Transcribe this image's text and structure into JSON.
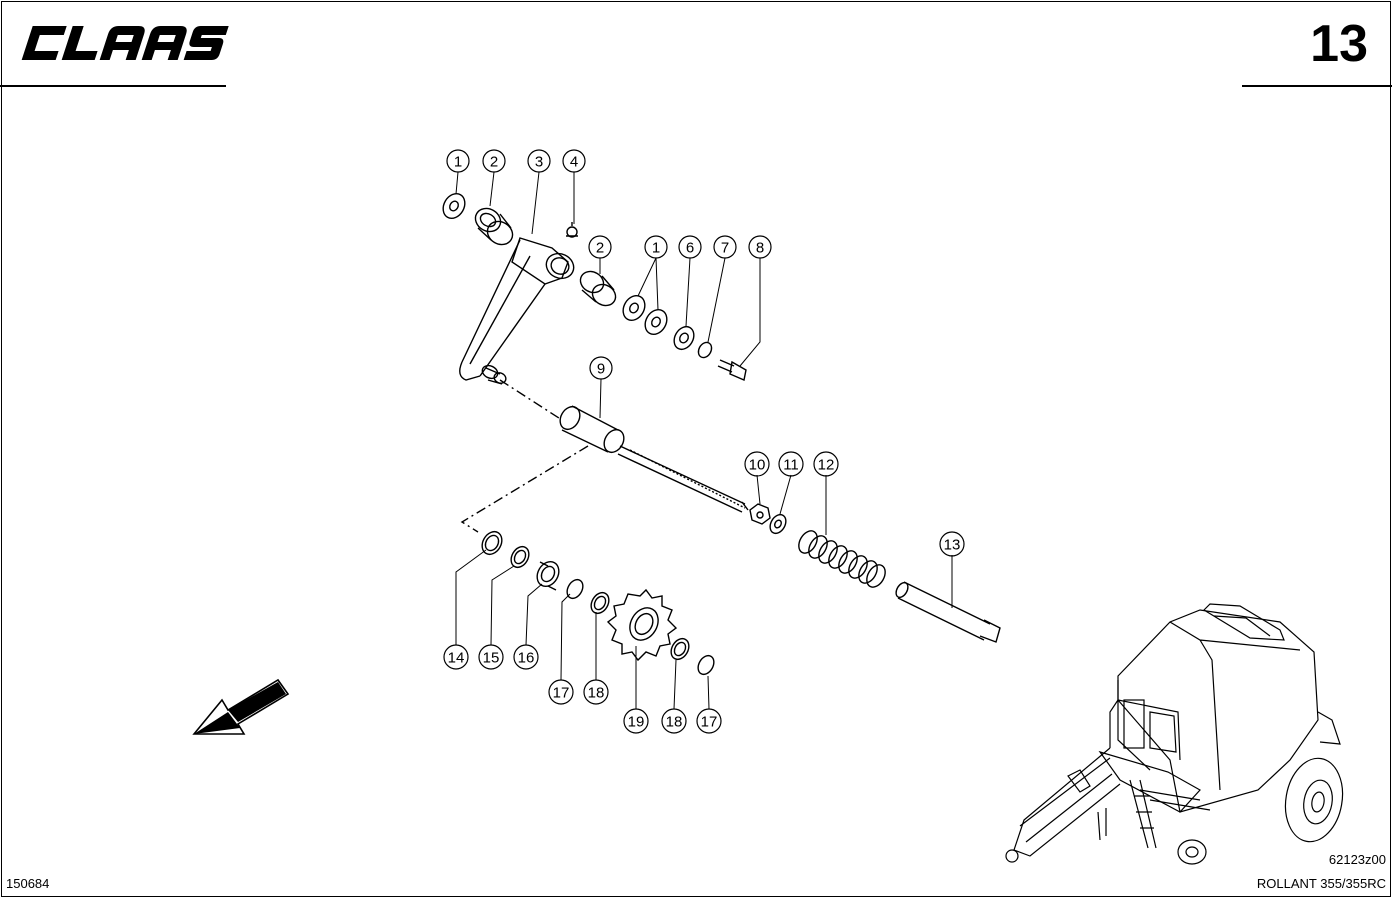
{
  "header": {
    "brand": "CLAAS",
    "page_number": "13"
  },
  "footer": {
    "left_code": "150684",
    "drawing_code": "62123z00",
    "model": "ROLLANT 355/355RC"
  },
  "callouts": [
    "1",
    "2",
    "3",
    "4",
    "2",
    "1",
    "6",
    "7",
    "8",
    "9",
    "10",
    "11",
    "12",
    "13",
    "14",
    "15",
    "16",
    "17",
    "18",
    "19",
    "18",
    "17"
  ],
  "icons": {
    "direction_arrow": "arrow-down-left-icon",
    "machine_thumbnail": "round-baler-illustration"
  }
}
